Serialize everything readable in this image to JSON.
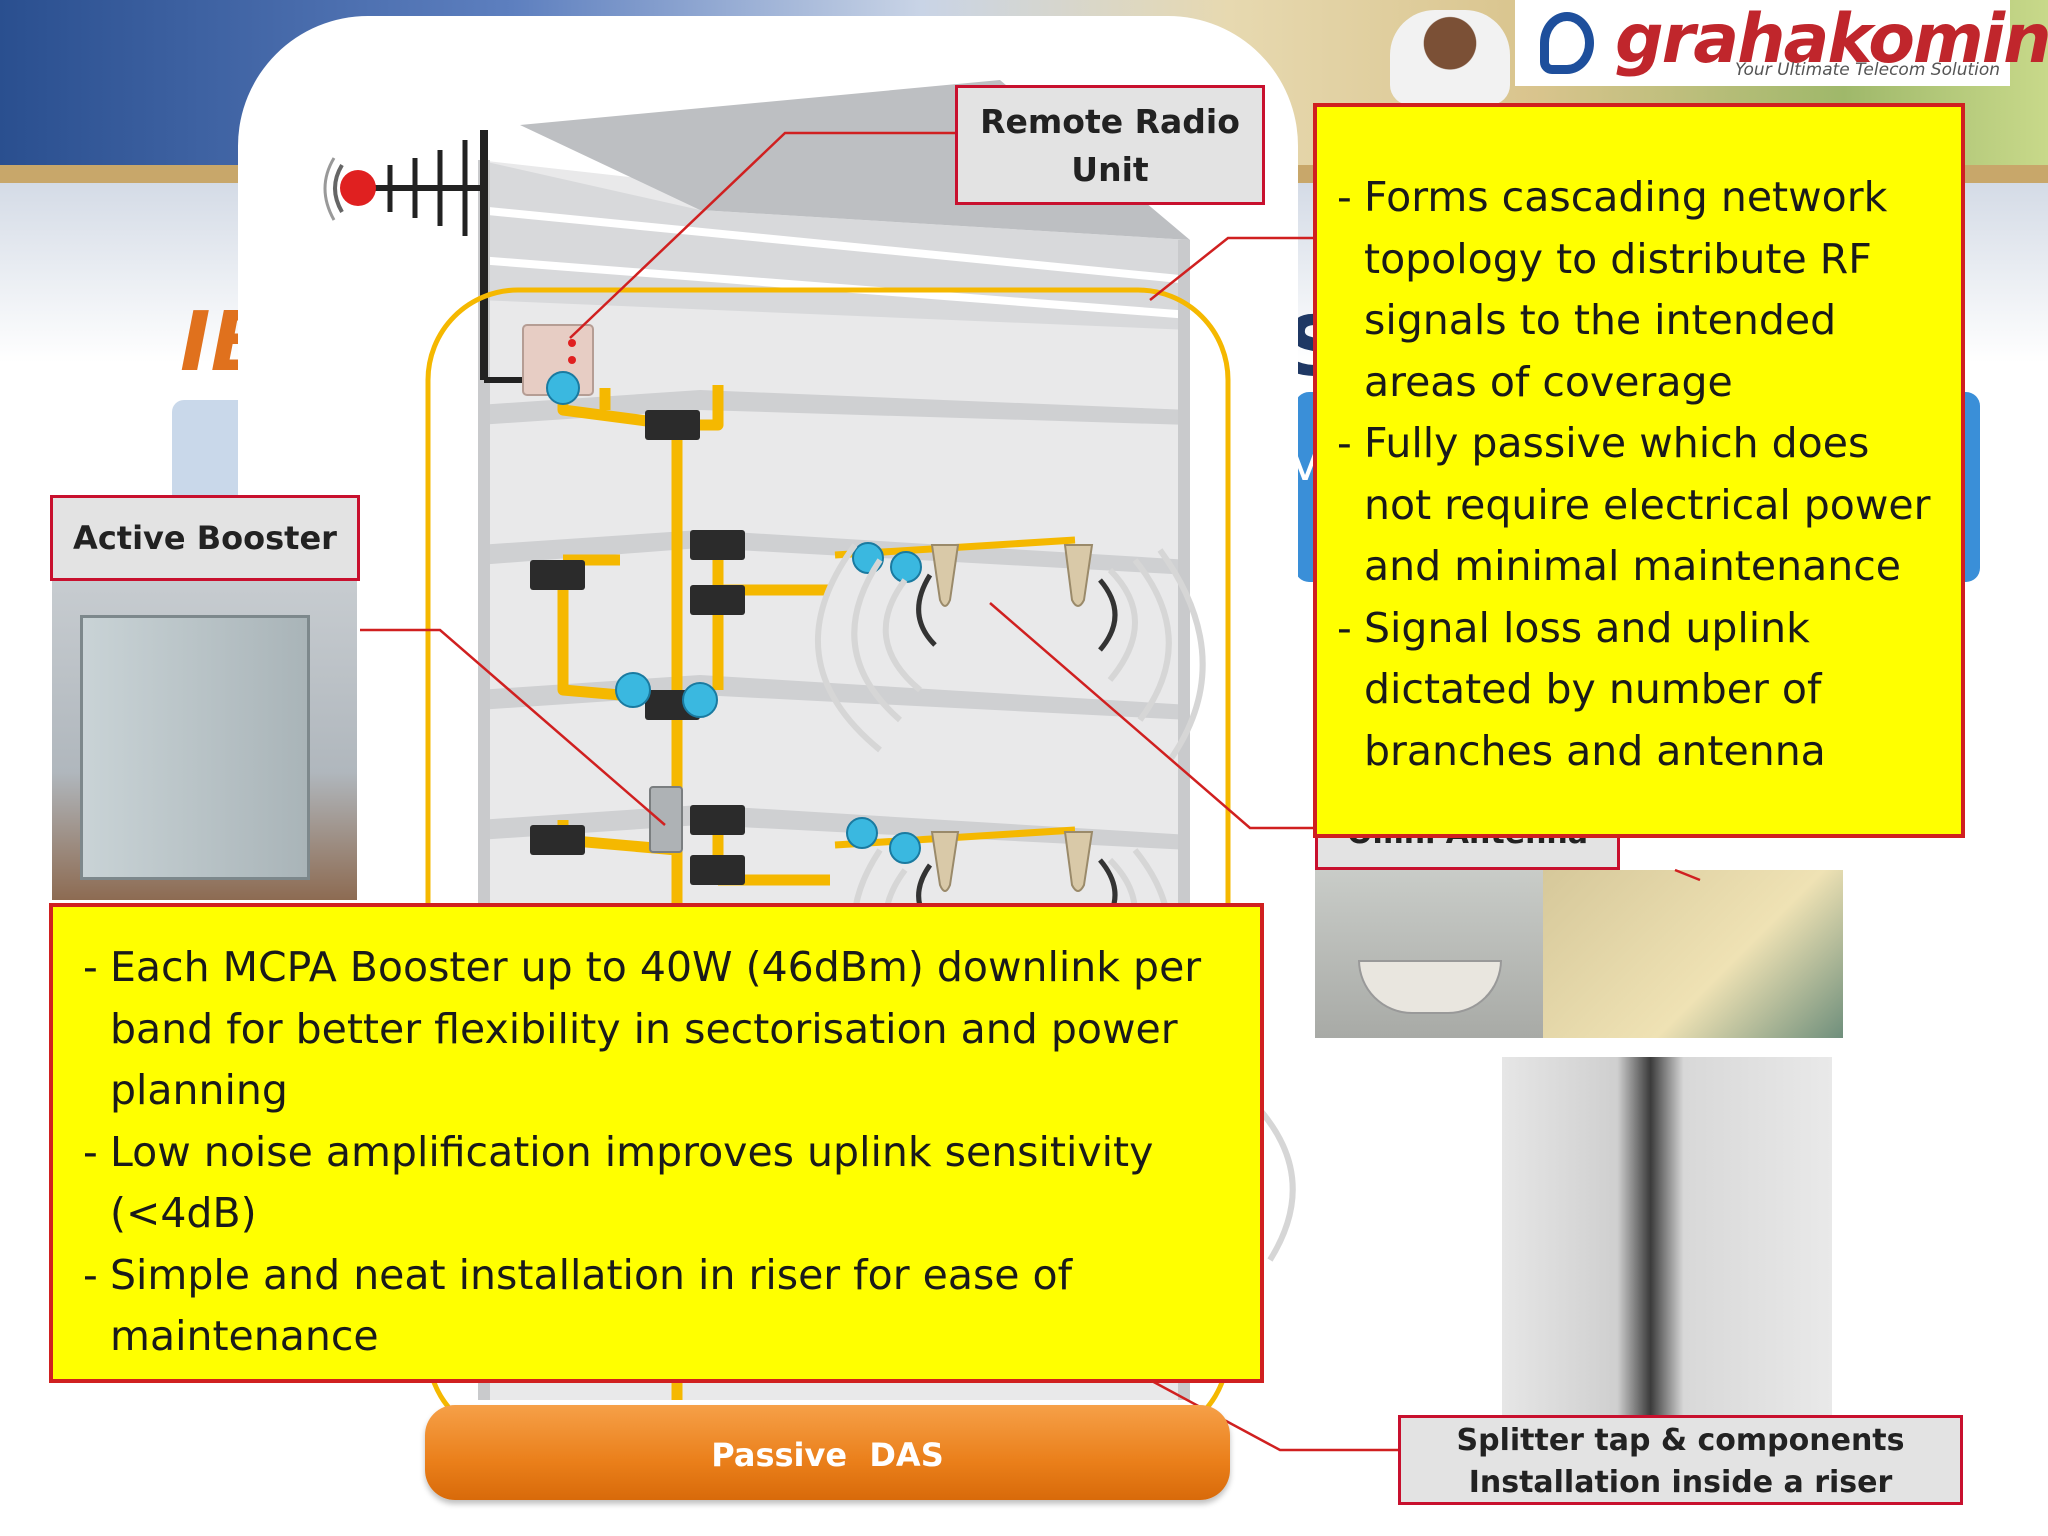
{
  "header": {
    "logo_text": "grahakomindo",
    "logo_tagline": "Your Ultimate Telecom Solution",
    "title_fragment_left": "IB",
    "title_fragment_right": "S",
    "subtitle_fragment": "V"
  },
  "labels": {
    "remote_radio_unit": "Remote Radio Unit",
    "active_booster": "Active Booster",
    "omni_antenna": "Omni Antenna",
    "splitter_line1": "Splitter tap & components",
    "splitter_line2": "Installation inside a riser",
    "passive_das": "Passive  DAS"
  },
  "callout_right": {
    "items": [
      "Forms cascading network topology to distribute RF signals to the intended areas of coverage",
      "Fully passive which does not require electrical power and minimal maintenance",
      "Signal loss and uplink dictated by number of branches and antenna"
    ]
  },
  "callout_bottom": {
    "items": [
      "Each MCPA Booster up to 40W (46dBm) downlink per band for better flexibility in sectorisation and power planning",
      "Low noise amplification improves uplink sensitivity (<4dB)",
      "Simple and neat installation in riser for ease of maintenance"
    ]
  },
  "colors": {
    "callout_fill": "#ffff00",
    "callout_border": "#d02020",
    "cable": "#f5b800",
    "das_bar": "#ea7f1a",
    "connector": "#3ab8e0"
  }
}
